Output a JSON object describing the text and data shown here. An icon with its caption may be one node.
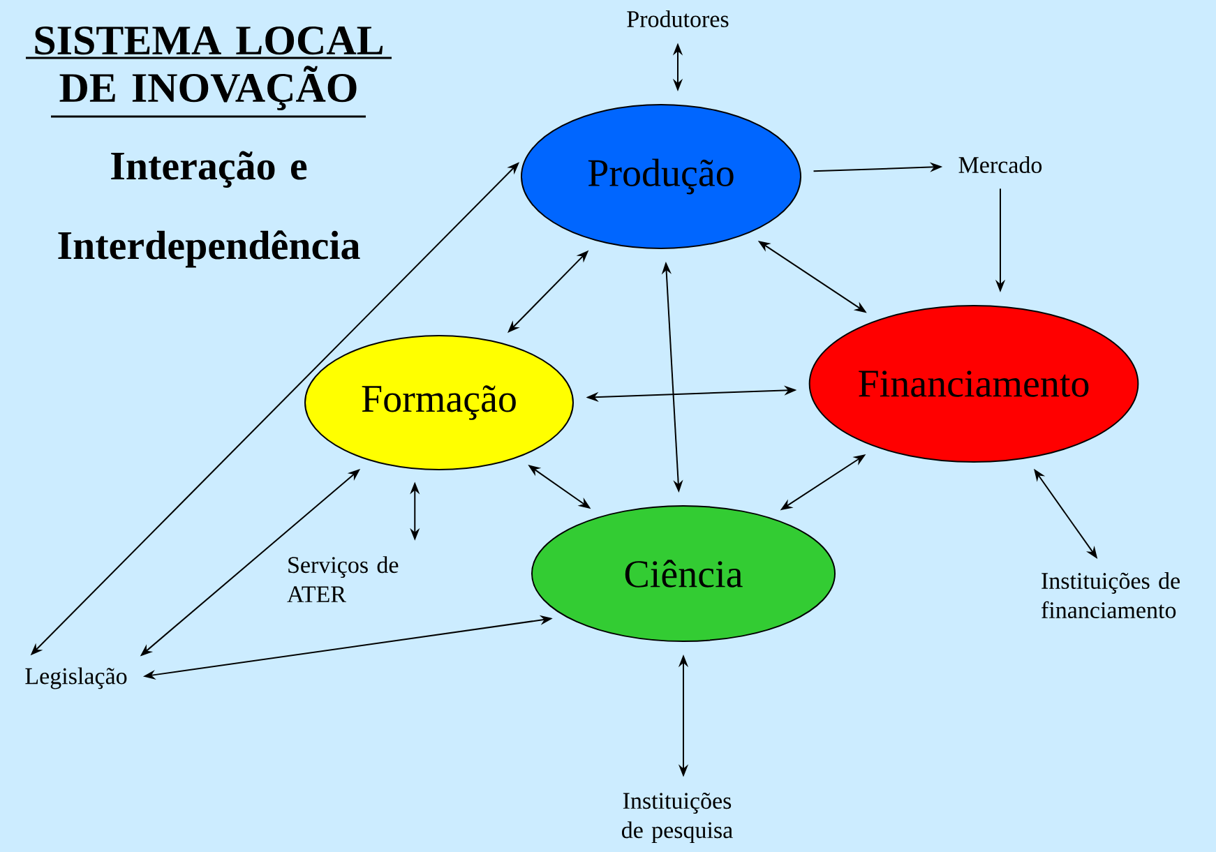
{
  "diagram": {
    "title": "SISTEMA LOCAL DE INOVAÇÃO",
    "nodes": [
      {
        "text": [
          "Produção"
        ]
      },
      {
        "text": [
          "Formação"
        ]
      },
      {
        "text": [
          "Financiamento"
        ]
      },
      {
        "text": [
          "Ciência"
        ]
      },
      {
        "text": [
          "Produtores"
        ]
      },
      {
        "text": [
          "Mercado"
        ]
      },
      {
        "text": [
          "Serviços de ATER"
        ]
      },
      {
        "text": [
          "Instituições de financiamento"
        ]
      },
      {
        "text": [
          "Instituições de pesquisa"
        ]
      },
      {
        "text": [
          "Legislação"
        ]
      }
    ],
    "edges": [
      {
        "from": 4,
        "to": 0,
        "arrow": "both"
      },
      {
        "from": 0,
        "to": 5,
        "arrow": "to"
      },
      {
        "from": 5,
        "to": 2,
        "arrow": "to"
      },
      {
        "from": 0,
        "to": 1,
        "arrow": "both"
      },
      {
        "from": 0,
        "to": 2,
        "arrow": "both"
      },
      {
        "from": 0,
        "to": 3,
        "arrow": "both"
      },
      {
        "from": 1,
        "to": 2,
        "arrow": "both"
      },
      {
        "from": 1,
        "to": 3,
        "arrow": "both"
      },
      {
        "from": 2,
        "to": 3,
        "arrow": "both"
      },
      {
        "from": 1,
        "to": 6,
        "arrow": "both"
      },
      {
        "from": 2,
        "to": 7,
        "arrow": "both"
      },
      {
        "from": 3,
        "to": 8,
        "arrow": "both"
      },
      {
        "from": 9,
        "to": 0,
        "arrow": "both"
      },
      {
        "from": 9,
        "to": 1,
        "arrow": "both"
      },
      {
        "from": 9,
        "to": 3,
        "arrow": "both"
      }
    ],
    "labels": [
      "Interação e Interdependência"
    ]
  }
}
